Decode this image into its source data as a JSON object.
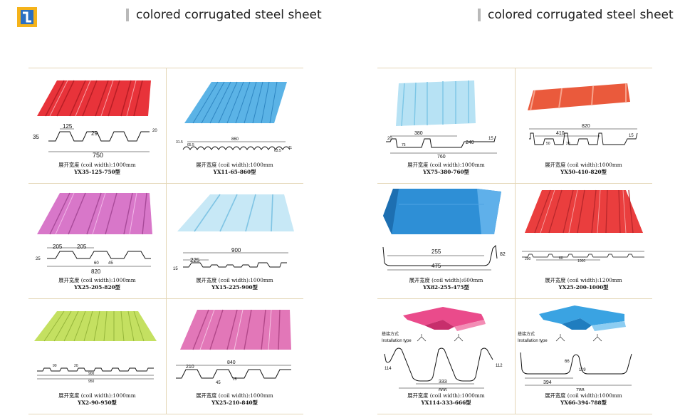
{
  "header": {
    "title_left": "colored corrugated steel sheet",
    "title_right": "colored corrugated steel sheet"
  },
  "colors": {
    "red": "#e8333a",
    "sky_blue": "#5bb3e6",
    "pink": "#d877c9",
    "pale_blue": "#c7e8f6",
    "lime": "#c4e061",
    "magenta_pink": "#e277b8",
    "light_blue": "#b7e2f4",
    "orange_red": "#ea5a3c",
    "blue": "#2e8fd6",
    "hot_pink": "#ea4b8b",
    "grid_line": "#e4d6b6"
  },
  "left_panel": {
    "items": [
      {
        "caption": "展开宽度 (coil width):1000mm",
        "model": "YX35-125-750型",
        "dims": [
          "35",
          "125",
          "29",
          "750",
          "20"
        ]
      },
      {
        "caption": "展开宽度 (coil width):1000mm",
        "model": "YX11-65-860型",
        "dims": [
          "31.5",
          "65.5",
          "860",
          "63.5",
          "11"
        ]
      },
      {
        "caption": "展开宽度 (coil width):1000mm",
        "model": "YX25-205-820型",
        "dims": [
          "205",
          "205",
          "25",
          "60",
          "45",
          "820"
        ]
      },
      {
        "caption": "展开宽度 (coil width):1000mm",
        "model": "YX15-225-900型",
        "dims": [
          "900",
          "225",
          "15"
        ]
      },
      {
        "caption": "展开宽度 (coil width):1000mm",
        "model": "YX2-90-950型",
        "dims": [
          "90",
          "20",
          "900",
          "950"
        ]
      },
      {
        "caption": "展开宽度 (coil width):1000mm",
        "model": "YX25-210-840型",
        "dims": [
          "840",
          "210",
          "45",
          "25"
        ]
      }
    ]
  },
  "right_panel": {
    "items": [
      {
        "caption": "展开宽度 (coil width):1000mm",
        "model": "YX75-380-760型",
        "dims": [
          "380",
          "20",
          "15",
          "75",
          "240",
          "760"
        ]
      },
      {
        "caption": "展开宽度 (coil width):1000mm",
        "model": "YX50-410-820型",
        "dims": [
          "820",
          "410",
          "15",
          "50",
          "20"
        ]
      },
      {
        "caption": "展开宽度 (coil width):600mm",
        "model": "YX82-255-475型",
        "dims": [
          "255",
          "475",
          "82"
        ]
      },
      {
        "caption": "展开宽度 (coil width):1200mm",
        "model": "YX25-200-1000型",
        "dims": [
          "200",
          "60",
          "1000"
        ]
      },
      {
        "caption": "展开宽度 (coil width):1000mm",
        "model": "YX114-333-666型",
        "install_cn": "搭接方式",
        "install_en": "Installation type",
        "dims": [
          "114",
          "333",
          "666",
          "112"
        ]
      },
      {
        "caption": "展开宽度 (coil width):1000mm",
        "model": "YX66-394-788型",
        "install_cn": "搭接方式",
        "install_en": "Installation type",
        "dims": [
          "66",
          "394",
          "119",
          "788"
        ]
      }
    ]
  }
}
